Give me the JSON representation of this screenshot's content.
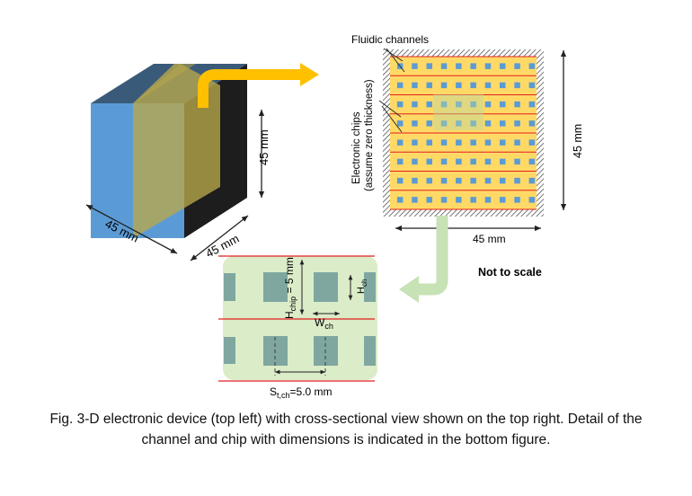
{
  "cube": {
    "label_left": "45 mm",
    "label_right": "45 mm",
    "label_height": "45 mm"
  },
  "cross_section": {
    "title": "Fluidic channels",
    "chips_label_line1": "Electronic chips",
    "chips_label_line2": "(assume zero thickness)",
    "label_width": "45 mm",
    "label_height": "45 mm",
    "rows": 8,
    "cols": 10
  },
  "detail": {
    "h_chip_main": "H",
    "h_chip_sub": "chip",
    "h_chip_value": " = 5 mm",
    "h_ch_main": "H",
    "h_ch_sub": "ch",
    "w_ch_main": "W",
    "w_ch_sub": "ch",
    "s_main": "S",
    "s_sub": "t,ch",
    "s_value": "=5.0 mm"
  },
  "note": "Not to scale",
  "caption": {
    "line1": "Fig. 3-D electronic device (top left) with cross-sectional view shown on the top right. Detail of the",
    "line2": "channel and chip with dimensions is indicated in the bottom figure."
  },
  "colors": {
    "cube_front": "#5b9bd5",
    "cube_top": "#3a5a7a",
    "cube_side": "#1d1d1d",
    "slice": "#b8a84a",
    "arrow_yellow": "#ffc000",
    "arrow_green": "#c7e2b4",
    "detail_bg": "#dbecc8",
    "chip": "#7fa7a0",
    "channel_line": "#e02020",
    "cs_fill": "#ffd966",
    "cs_square": "#5b9bd5"
  }
}
